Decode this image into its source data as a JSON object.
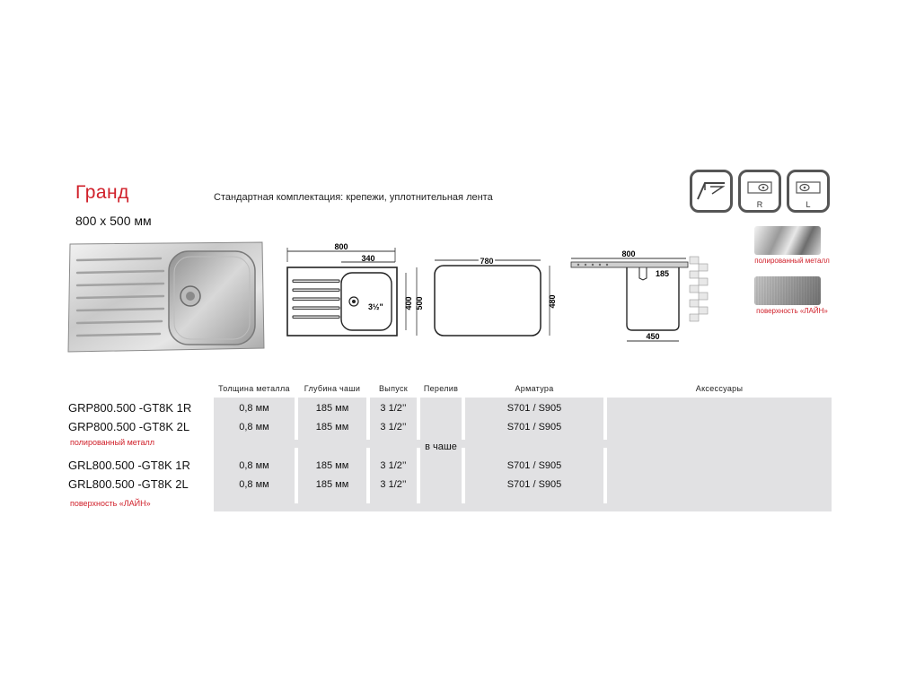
{
  "product": {
    "title": "Гранд",
    "size": "800 х 500 мм",
    "standard_kit": "Стандартная комплектация: крепежи, уплотнительная лента"
  },
  "icons": [
    {
      "name": "faucet-mount-icon",
      "letter": ""
    },
    {
      "name": "bowl-right-icon",
      "letter": "R"
    },
    {
      "name": "bowl-left-icon",
      "letter": "L"
    }
  ],
  "finishes": {
    "polished": "полированный металл",
    "line": "поверхность «ЛАЙН»"
  },
  "drawings": {
    "top": {
      "width": "800",
      "bowl": "340",
      "depth_a": "400",
      "depth_b": "500",
      "outlet": "3½\""
    },
    "cutout": {
      "width": "780",
      "height": "480"
    },
    "section": {
      "width": "800",
      "bowl_depth": "185",
      "bottom": "450"
    }
  },
  "table": {
    "headers": [
      "Толщина металла",
      "Глубина чаши",
      "Выпуск",
      "Перелив",
      "Арматура",
      "Аксессуары"
    ],
    "rows": [
      {
        "model": "GRP800.500 -GT8K 1R",
        "thickness": "0,8 мм",
        "depth": "185 мм",
        "outlet": "3 1/2’’",
        "fittings": "S701 / S905"
      },
      {
        "model": "GRP800.500 -GT8K 2L",
        "thickness": "0,8 мм",
        "depth": "185 мм",
        "outlet": "3 1/2’’",
        "fittings": "S701 / S905"
      },
      {
        "model": "GRL800.500 -GT8K 1R",
        "thickness": "0,8 мм",
        "depth": "185 мм",
        "outlet": "3 1/2’’",
        "fittings": "S701 / S905"
      },
      {
        "model": "GRL800.500 -GT8K 2L",
        "thickness": "0,8 мм",
        "depth": "185 мм",
        "outlet": "3 1/2’’",
        "fittings": "S701 / S905"
      }
    ],
    "overflow": "в чаше",
    "group_notes": [
      "полированный металл",
      "поверхность «ЛАЙН»"
    ]
  }
}
